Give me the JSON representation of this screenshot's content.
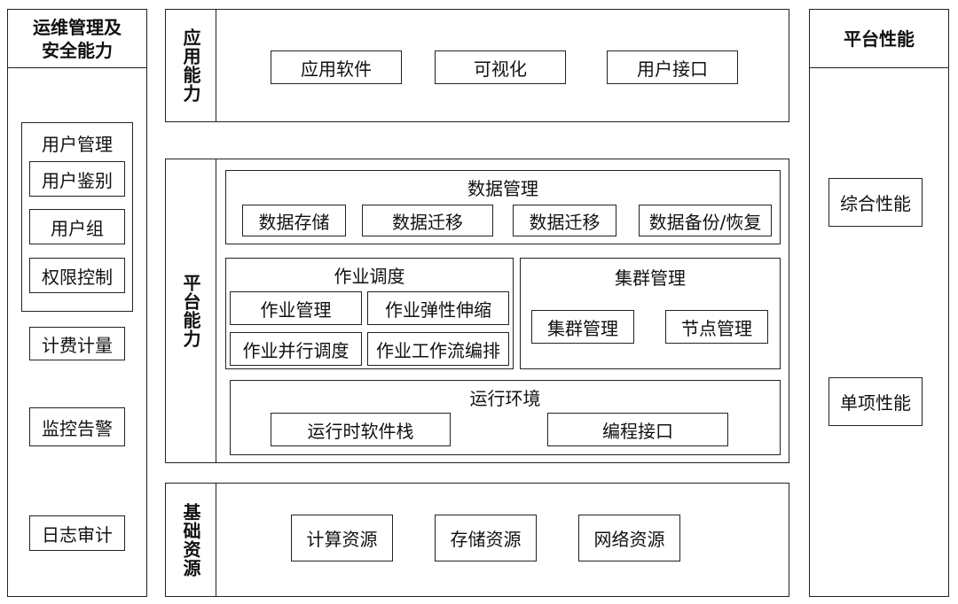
{
  "ops": {
    "title_line1": "运维管理及",
    "title_line2": "安全能力",
    "user_mgmt": {
      "title": "用户管理",
      "items": [
        "用户鉴别",
        "用户组",
        "权限控制"
      ]
    },
    "items": [
      "计费计量",
      "监控告警",
      "日志审计"
    ]
  },
  "app": {
    "label": "应用能力",
    "items": [
      "应用软件",
      "可视化",
      "用户接口"
    ]
  },
  "platform": {
    "label": "平台能力",
    "data_mgmt": {
      "title": "数据管理",
      "items": [
        "数据存储",
        "数据迁移",
        "数据迁移",
        "数据备份/恢复"
      ]
    },
    "job": {
      "title": "作业调度",
      "items": [
        "作业管理",
        "作业弹性伸缩",
        "作业并行调度",
        "作业工作流编排"
      ]
    },
    "cluster": {
      "title": "集群管理",
      "items": [
        "集群管理",
        "节点管理"
      ]
    },
    "runtime": {
      "title": "运行环境",
      "items": [
        "运行时软件栈",
        "编程接口"
      ]
    }
  },
  "infra": {
    "label": "基础资源",
    "items": [
      "计算资源",
      "存储资源",
      "网络资源"
    ]
  },
  "perf": {
    "title": "平台性能",
    "items": [
      "综合性能",
      "单项性能"
    ]
  }
}
